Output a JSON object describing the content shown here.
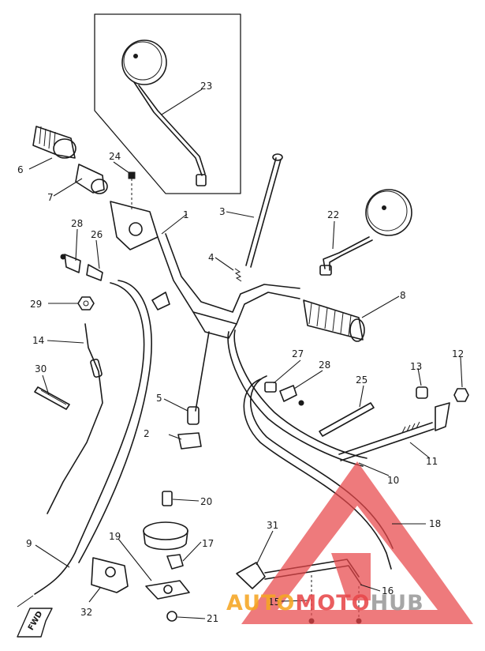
{
  "parts": [
    {
      "num": "1"
    },
    {
      "num": "2"
    },
    {
      "num": "3"
    },
    {
      "num": "4"
    },
    {
      "num": "5"
    },
    {
      "num": "6"
    },
    {
      "num": "7"
    },
    {
      "num": "8"
    },
    {
      "num": "9"
    },
    {
      "num": "10"
    },
    {
      "num": "11"
    },
    {
      "num": "12"
    },
    {
      "num": "13"
    },
    {
      "num": "14"
    },
    {
      "num": "15"
    },
    {
      "num": "16"
    },
    {
      "num": "17"
    },
    {
      "num": "18"
    },
    {
      "num": "19"
    },
    {
      "num": "20"
    },
    {
      "num": "21"
    },
    {
      "num": "22"
    },
    {
      "num": "23"
    },
    {
      "num": "24"
    },
    {
      "num": "25"
    },
    {
      "num": "26"
    },
    {
      "num": "27"
    },
    {
      "num": "28"
    },
    {
      "num": "28"
    },
    {
      "num": "29"
    },
    {
      "num": "30"
    },
    {
      "num": "31"
    },
    {
      "num": "32"
    }
  ],
  "fwd_label": "FWD",
  "watermark": {
    "part1": "AUTO",
    "part2": "MOTO",
    "part3": "HUB",
    "color_orange": "#f5a623",
    "color_red": "#e8474a",
    "color_gray": "#9a9a9a"
  }
}
